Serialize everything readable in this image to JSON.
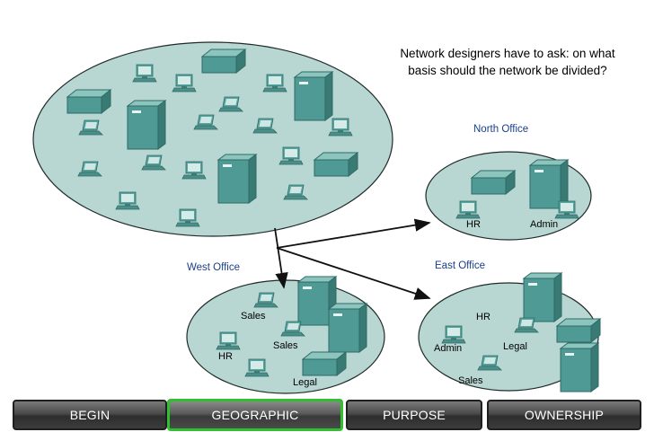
{
  "question": "Network designers have to ask: on what basis should the network be divided?",
  "offices": {
    "north": {
      "name": "North Office",
      "hosts": [
        "HR",
        "Admin"
      ]
    },
    "west": {
      "name": "West Office",
      "hosts": [
        "Sales",
        "Sales",
        "HR",
        "Legal"
      ]
    },
    "east": {
      "name": "East Office",
      "hosts": [
        "HR",
        "Admin",
        "Legal",
        "Sales"
      ]
    }
  },
  "buttons": [
    "BEGIN",
    "GEOGRAPHIC",
    "PURPOSE",
    "OWNERSHIP"
  ],
  "active_button": "GEOGRAPHIC",
  "colors": {
    "cloud_fill": "#b8d6d2",
    "device": "#4f9a94",
    "office_label": "#1a3f8c",
    "active_border": "#2fbf2f"
  }
}
